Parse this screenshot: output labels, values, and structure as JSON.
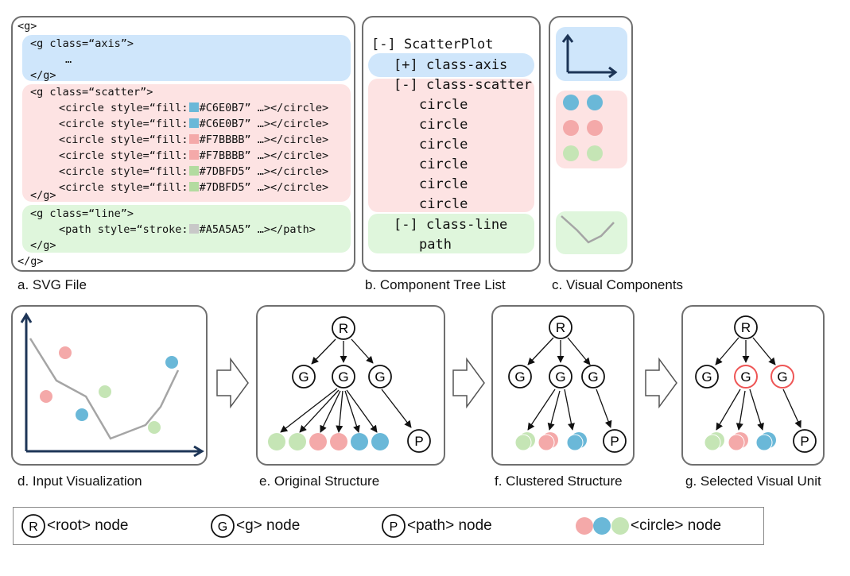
{
  "colors": {
    "blue": "#6ab8d8",
    "red": "#f7bbbb",
    "green": "#c5e5b5",
    "gray": "#a5a5a5",
    "axis": "#1d3557",
    "highlight": "#ee5555"
  },
  "svg_file": {
    "caption": "a. SVG File",
    "lines": [
      "<g>",
      "<g class=“axis”>",
      "…",
      "</g>",
      "<g class=“scatter”>",
      "<circle style=“fill:",
      "#C6E0B7” …></circle>",
      "#F7BBBB” …></circle>",
      "#7DBFD5” …></circle>",
      "<g class=“line”>",
      "<path style=“stroke:",
      "#A5A5A5” …></path>",
      "</g>"
    ]
  },
  "tree_list": {
    "caption": "b. Component Tree List",
    "root": "[-] ScatterPlot",
    "axis": "[+] class-axis",
    "scatter": "[-] class-scatter",
    "circle": "circle",
    "line": "[-] class-line",
    "path": "path"
  },
  "visual_components": {
    "caption": "c. Visual Components"
  },
  "input_vis": {
    "caption": "d. Input Visualization"
  },
  "original": {
    "caption": "e. Original Structure"
  },
  "clustered": {
    "caption": "f. Clustered Structure"
  },
  "selected": {
    "caption": "g. Selected Visual Unit"
  },
  "nodes": {
    "root": "R",
    "g": "G",
    "path": "P"
  },
  "legend": {
    "root": "<root> node",
    "g": "<g> node",
    "path": "<path> node",
    "circle": "<circle> node"
  }
}
